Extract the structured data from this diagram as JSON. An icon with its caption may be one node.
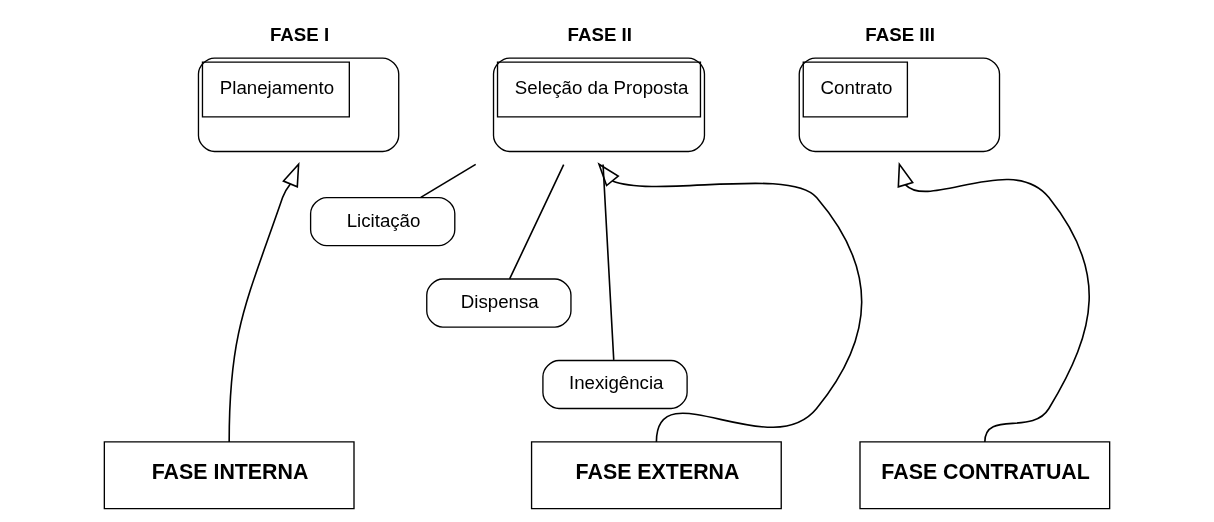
{
  "diagram": {
    "nodes": [
      {
        "text": [
          "FASE I",
          "Planejamento"
        ]
      },
      {
        "text": [
          "FASE II",
          "Seleção da Proposta"
        ]
      },
      {
        "text": [
          "FASE III",
          "Contrato"
        ]
      },
      {
        "text": [
          "Licitação"
        ]
      },
      {
        "text": [
          "Dispensa"
        ]
      },
      {
        "text": [
          "Inexigência"
        ]
      },
      {
        "text": [
          "FASE INTERNA"
        ]
      },
      {
        "text": [
          "FASE EXTERNA"
        ]
      },
      {
        "text": [
          "FASE CONTRATUAL"
        ]
      }
    ],
    "edges": [
      {
        "from": 1,
        "to": 3,
        "arrow": "none"
      },
      {
        "from": 1,
        "to": 4,
        "arrow": "none"
      },
      {
        "from": 1,
        "to": 5,
        "arrow": "none"
      },
      {
        "from": 6,
        "to": 0,
        "arrow": "to"
      },
      {
        "from": 7,
        "to": 1,
        "arrow": "to"
      },
      {
        "from": 8,
        "to": 2,
        "arrow": "to"
      }
    ]
  }
}
